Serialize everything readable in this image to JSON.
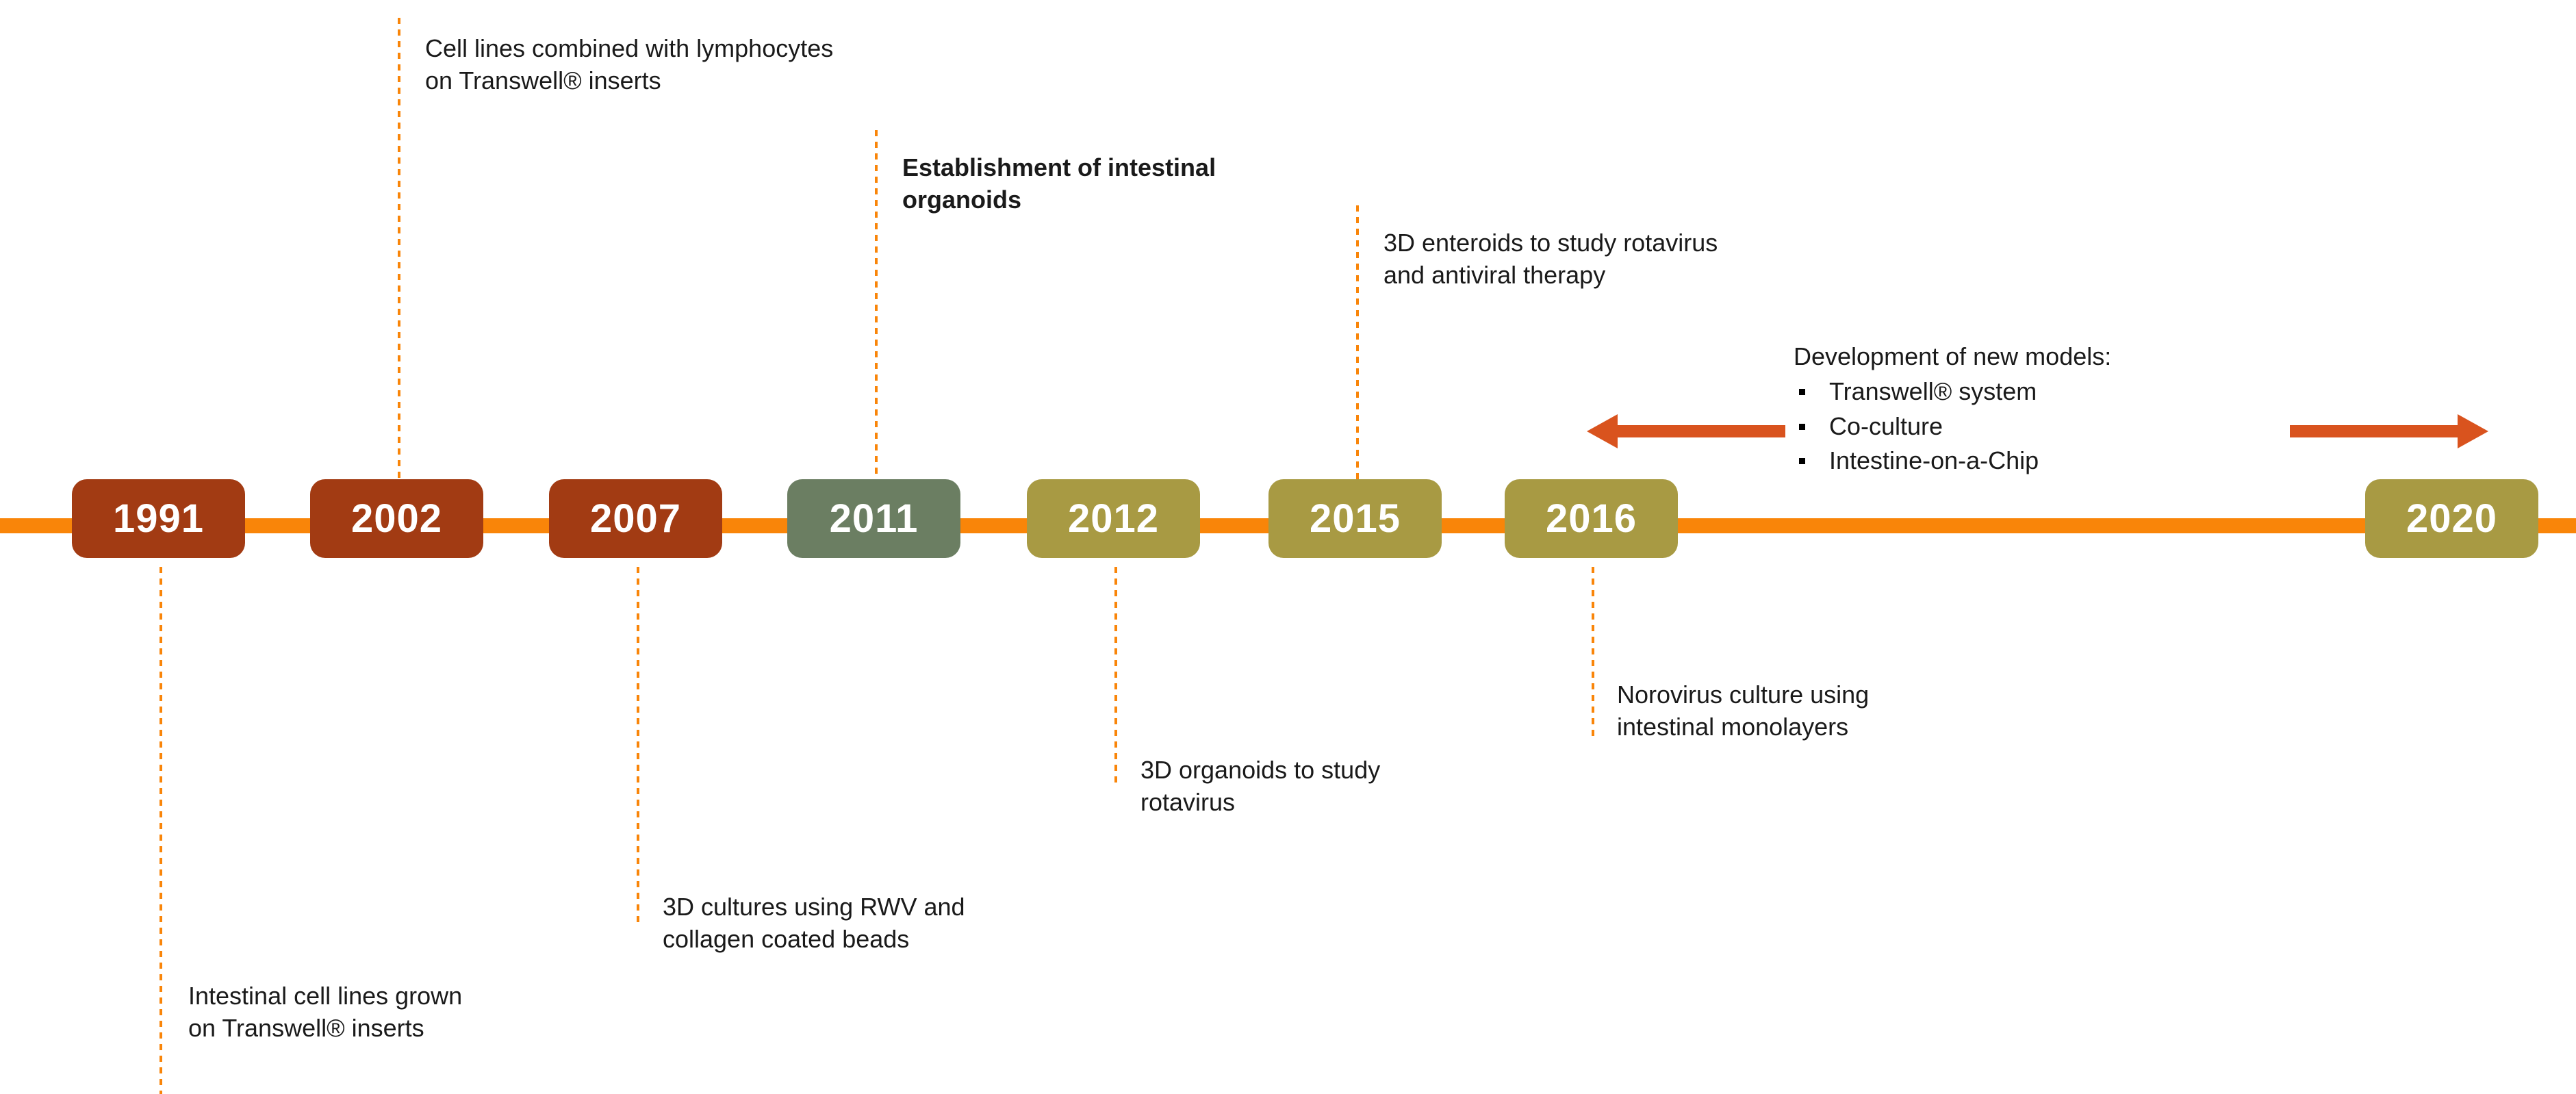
{
  "figure": {
    "kind": "horizontal-timeline",
    "axis_color": "#F98509",
    "arrow_color": "#D9531E",
    "leader_color": "#F98509",
    "palette": {
      "rust": "#A23B13",
      "sage": "#6B7E62",
      "olive": "#A89A43"
    }
  },
  "milestones": [
    {
      "year": "1991",
      "color": "#A23B13",
      "group": "rust"
    },
    {
      "year": "2002",
      "color": "#A23B13",
      "group": "rust"
    },
    {
      "year": "2007",
      "color": "#A23B13",
      "group": "rust"
    },
    {
      "year": "2011",
      "color": "#6B7E62",
      "group": "sage"
    },
    {
      "year": "2012",
      "color": "#A89A43",
      "group": "olive"
    },
    {
      "year": "2015",
      "color": "#A89A43",
      "group": "olive"
    },
    {
      "year": "2016",
      "color": "#A89A43",
      "group": "olive"
    },
    {
      "year": "2020",
      "color": "#A89A43",
      "group": "olive"
    }
  ],
  "annotations": {
    "above": [
      {
        "year": "2002",
        "text": "Cell lines combined with lymphocytes\non Transwell® inserts",
        "bold": false
      },
      {
        "year": "2011",
        "text": "Establishment of intestinal\norganoids",
        "bold": true
      },
      {
        "year": "2015",
        "text": "3D enteroids to study rotavirus\nand antiviral therapy",
        "bold": false
      }
    ],
    "below": [
      {
        "year": "1991",
        "text": "Intestinal  cell lines grown\non Transwell® inserts",
        "bold": false
      },
      {
        "year": "2007",
        "text": "3D cultures using RWV and\ncollagen coated beads",
        "bold": false
      },
      {
        "year": "2012",
        "text": "3D organoids to study\nrotavirus",
        "bold": false
      },
      {
        "year": "2016",
        "text": "Norovirus culture using\nintestinal  monolayers",
        "bold": false
      }
    ]
  },
  "models_block": {
    "title": "Development of new models:",
    "items": [
      "Transwell® system",
      "Co-culture",
      "Intestine-on-a-Chip"
    ],
    "spans_years": [
      "2016",
      "2020"
    ]
  }
}
